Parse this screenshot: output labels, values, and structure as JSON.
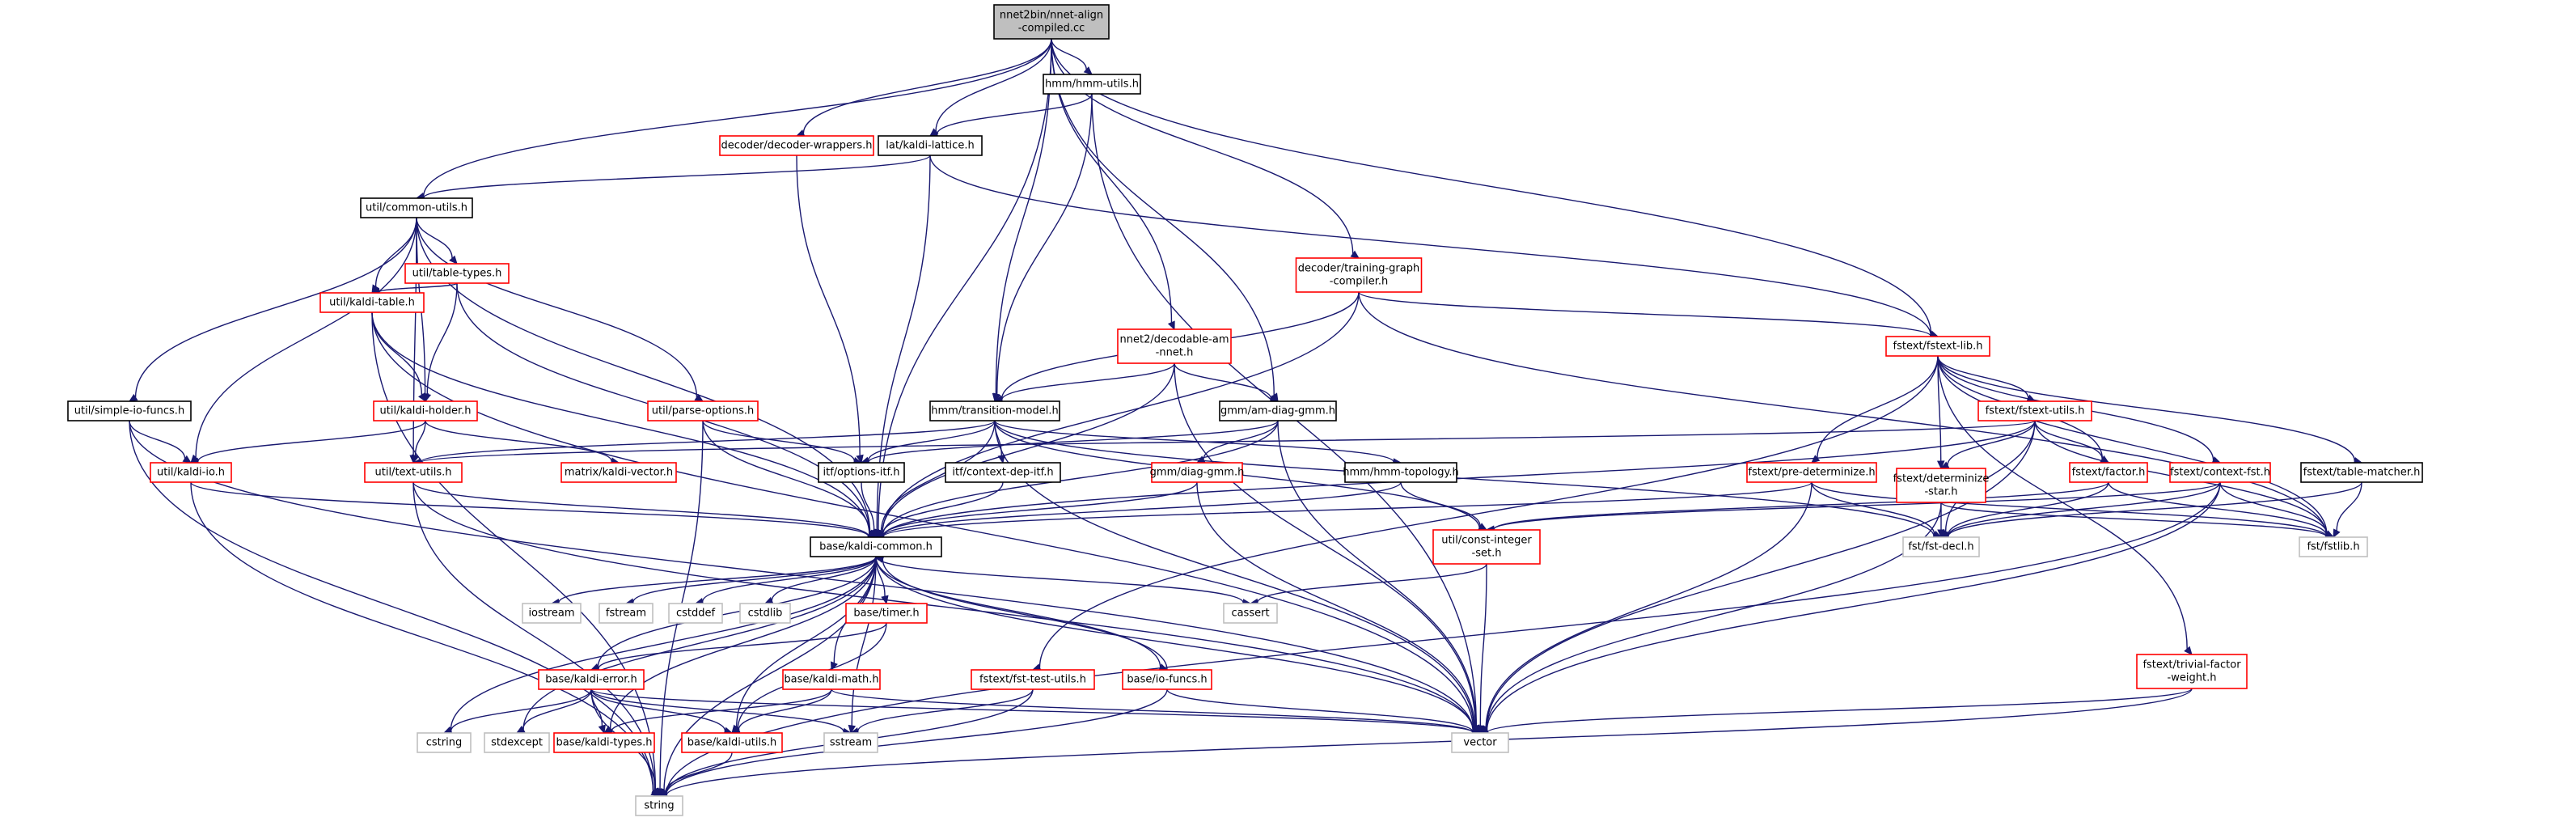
{
  "graph": {
    "nodes": [
      {
        "id": "root",
        "lines": [
          "nnet2bin/nnet-align",
          "-compiled.cc"
        ],
        "style": "root"
      },
      {
        "id": "hmm_utils",
        "lines": [
          "hmm/hmm-utils.h"
        ],
        "style": "black"
      },
      {
        "id": "decoder_wrappers",
        "lines": [
          "decoder/decoder-wrappers.h"
        ],
        "style": "red"
      },
      {
        "id": "kaldi_lattice",
        "lines": [
          "lat/kaldi-lattice.h"
        ],
        "style": "black"
      },
      {
        "id": "common_utils",
        "lines": [
          "util/common-utils.h"
        ],
        "style": "black"
      },
      {
        "id": "training_graph",
        "lines": [
          "decoder/training-graph",
          "-compiler.h"
        ],
        "style": "red"
      },
      {
        "id": "table_types",
        "lines": [
          "util/table-types.h"
        ],
        "style": "red"
      },
      {
        "id": "kaldi_table",
        "lines": [
          "util/kaldi-table.h"
        ],
        "style": "red"
      },
      {
        "id": "decodable_am",
        "lines": [
          "nnet2/decodable-am",
          "-nnet.h"
        ],
        "style": "red"
      },
      {
        "id": "fstext_lib",
        "lines": [
          "fstext/fstext-lib.h"
        ],
        "style": "red"
      },
      {
        "id": "simple_io",
        "lines": [
          "util/simple-io-funcs.h"
        ],
        "style": "black"
      },
      {
        "id": "kaldi_holder",
        "lines": [
          "util/kaldi-holder.h"
        ],
        "style": "red"
      },
      {
        "id": "parse_options",
        "lines": [
          "util/parse-options.h"
        ],
        "style": "red"
      },
      {
        "id": "transition_model",
        "lines": [
          "hmm/transition-model.h"
        ],
        "style": "black"
      },
      {
        "id": "am_diag_gmm",
        "lines": [
          "gmm/am-diag-gmm.h"
        ],
        "style": "black"
      },
      {
        "id": "fstext_utils",
        "lines": [
          "fstext/fstext-utils.h"
        ],
        "style": "red"
      },
      {
        "id": "kaldi_io",
        "lines": [
          "util/kaldi-io.h"
        ],
        "style": "red"
      },
      {
        "id": "text_utils",
        "lines": [
          "util/text-utils.h"
        ],
        "style": "red"
      },
      {
        "id": "kaldi_vector",
        "lines": [
          "matrix/kaldi-vector.h"
        ],
        "style": "red"
      },
      {
        "id": "options_itf",
        "lines": [
          "itf/options-itf.h"
        ],
        "style": "black"
      },
      {
        "id": "context_dep_itf",
        "lines": [
          "itf/context-dep-itf.h"
        ],
        "style": "black"
      },
      {
        "id": "diag_gmm",
        "lines": [
          "gmm/diag-gmm.h"
        ],
        "style": "red"
      },
      {
        "id": "hmm_topology",
        "lines": [
          "hmm/hmm-topology.h"
        ],
        "style": "black"
      },
      {
        "id": "pre_determinize",
        "lines": [
          "fstext/pre-determinize.h"
        ],
        "style": "red"
      },
      {
        "id": "determinize_star",
        "lines": [
          "fstext/determinize",
          "-star.h"
        ],
        "style": "red"
      },
      {
        "id": "factor",
        "lines": [
          "fstext/factor.h"
        ],
        "style": "red"
      },
      {
        "id": "context_fst",
        "lines": [
          "fstext/context-fst.h"
        ],
        "style": "red"
      },
      {
        "id": "table_matcher",
        "lines": [
          "fstext/table-matcher.h"
        ],
        "style": "black"
      },
      {
        "id": "kaldi_common",
        "lines": [
          "base/kaldi-common.h"
        ],
        "style": "black"
      },
      {
        "id": "const_integer_set",
        "lines": [
          "util/const-integer",
          "-set.h"
        ],
        "style": "red"
      },
      {
        "id": "fst_decl",
        "lines": [
          "fst/fst-decl.h"
        ],
        "style": "gray"
      },
      {
        "id": "fstlib",
        "lines": [
          "fst/fstlib.h"
        ],
        "style": "gray"
      },
      {
        "id": "iostream",
        "lines": [
          "iostream"
        ],
        "style": "gray"
      },
      {
        "id": "fstream",
        "lines": [
          "fstream"
        ],
        "style": "gray"
      },
      {
        "id": "cstddef",
        "lines": [
          "cstddef"
        ],
        "style": "gray"
      },
      {
        "id": "cstdlib",
        "lines": [
          "cstdlib"
        ],
        "style": "gray"
      },
      {
        "id": "timer",
        "lines": [
          "base/timer.h"
        ],
        "style": "red"
      },
      {
        "id": "cassert",
        "lines": [
          "cassert"
        ],
        "style": "gray"
      },
      {
        "id": "kaldi_error",
        "lines": [
          "base/kaldi-error.h"
        ],
        "style": "red"
      },
      {
        "id": "kaldi_math",
        "lines": [
          "base/kaldi-math.h"
        ],
        "style": "red"
      },
      {
        "id": "fst_test_utils",
        "lines": [
          "fstext/fst-test-utils.h"
        ],
        "style": "red"
      },
      {
        "id": "io_funcs",
        "lines": [
          "base/io-funcs.h"
        ],
        "style": "red"
      },
      {
        "id": "trivial_factor",
        "lines": [
          "fstext/trivial-factor",
          "-weight.h"
        ],
        "style": "red"
      },
      {
        "id": "cstring",
        "lines": [
          "cstring"
        ],
        "style": "gray"
      },
      {
        "id": "stdexcept",
        "lines": [
          "stdexcept"
        ],
        "style": "gray"
      },
      {
        "id": "kaldi_types",
        "lines": [
          "base/kaldi-types.h"
        ],
        "style": "red"
      },
      {
        "id": "kaldi_utils",
        "lines": [
          "base/kaldi-utils.h"
        ],
        "style": "red"
      },
      {
        "id": "sstream",
        "lines": [
          "sstream"
        ],
        "style": "gray"
      },
      {
        "id": "vector",
        "lines": [
          "vector"
        ],
        "style": "gray"
      },
      {
        "id": "string",
        "lines": [
          "string"
        ],
        "style": "gray"
      }
    ],
    "edges": [
      [
        "root",
        "hmm_utils"
      ],
      [
        "root",
        "decoder_wrappers"
      ],
      [
        "root",
        "kaldi_lattice"
      ],
      [
        "root",
        "common_utils"
      ],
      [
        "root",
        "training_graph"
      ],
      [
        "root",
        "decodable_am"
      ],
      [
        "root",
        "fstext_lib"
      ],
      [
        "root",
        "transition_model"
      ],
      [
        "root",
        "am_diag_gmm"
      ],
      [
        "root",
        "kaldi_common"
      ],
      [
        "hmm_utils",
        "kaldi_lattice"
      ],
      [
        "hmm_utils",
        "transition_model"
      ],
      [
        "hmm_utils",
        "vector"
      ],
      [
        "kaldi_lattice",
        "common_utils"
      ],
      [
        "kaldi_lattice",
        "fstext_lib"
      ],
      [
        "kaldi_lattice",
        "kaldi_common"
      ],
      [
        "decoder_wrappers",
        "options_itf"
      ],
      [
        "common_utils",
        "table_types"
      ],
      [
        "common_utils",
        "kaldi_table"
      ],
      [
        "common_utils",
        "kaldi_holder"
      ],
      [
        "common_utils",
        "parse_options"
      ],
      [
        "common_utils",
        "simple_io"
      ],
      [
        "common_utils",
        "kaldi_io"
      ],
      [
        "common_utils",
        "text_utils"
      ],
      [
        "common_utils",
        "kaldi_common"
      ],
      [
        "table_types",
        "kaldi_table"
      ],
      [
        "table_types",
        "kaldi_holder"
      ],
      [
        "table_types",
        "kaldi_common"
      ],
      [
        "kaldi_table",
        "kaldi_holder"
      ],
      [
        "kaldi_table",
        "string"
      ],
      [
        "kaldi_table",
        "vector"
      ],
      [
        "kaldi_table",
        "kaldi_common"
      ],
      [
        "kaldi_holder",
        "kaldi_io"
      ],
      [
        "kaldi_holder",
        "text_utils"
      ],
      [
        "kaldi_holder",
        "kaldi_vector"
      ],
      [
        "parse_options",
        "options_itf"
      ],
      [
        "parse_options",
        "kaldi_common"
      ],
      [
        "parse_options",
        "string"
      ],
      [
        "simple_io",
        "kaldi_io"
      ],
      [
        "simple_io",
        "string"
      ],
      [
        "simple_io",
        "vector"
      ],
      [
        "kaldi_io",
        "kaldi_common"
      ],
      [
        "kaldi_io",
        "string"
      ],
      [
        "text_utils",
        "kaldi_common"
      ],
      [
        "text_utils",
        "string"
      ],
      [
        "text_utils",
        "vector"
      ],
      [
        "training_graph",
        "transition_model"
      ],
      [
        "training_graph",
        "fstext_lib"
      ],
      [
        "training_graph",
        "fstlib"
      ],
      [
        "training_graph",
        "kaldi_common"
      ],
      [
        "decodable_am",
        "transition_model"
      ],
      [
        "decodable_am",
        "am_diag_gmm"
      ],
      [
        "decodable_am",
        "kaldi_common"
      ],
      [
        "decodable_am",
        "vector"
      ],
      [
        "fstext_lib",
        "fstext_utils"
      ],
      [
        "fstext_lib",
        "pre_determinize"
      ],
      [
        "fstext_lib",
        "determinize_star"
      ],
      [
        "fstext_lib",
        "factor"
      ],
      [
        "fstext_lib",
        "context_fst"
      ],
      [
        "fstext_lib",
        "table_matcher"
      ],
      [
        "fstext_lib",
        "fst_test_utils"
      ],
      [
        "fstext_lib",
        "trivial_factor"
      ],
      [
        "fstext_lib",
        "fstlib"
      ],
      [
        "transition_model",
        "options_itf"
      ],
      [
        "transition_model",
        "context_dep_itf"
      ],
      [
        "transition_model",
        "hmm_topology"
      ],
      [
        "transition_model",
        "const_integer_set"
      ],
      [
        "transition_model",
        "text_utils"
      ],
      [
        "transition_model",
        "kaldi_common"
      ],
      [
        "transition_model",
        "fst_decl"
      ],
      [
        "transition_model",
        "vector"
      ],
      [
        "am_diag_gmm",
        "diag_gmm"
      ],
      [
        "am_diag_gmm",
        "kaldi_common"
      ],
      [
        "am_diag_gmm",
        "options_itf"
      ],
      [
        "am_diag_gmm",
        "vector"
      ],
      [
        "fstext_utils",
        "determinize_star"
      ],
      [
        "fstext_utils",
        "factor"
      ],
      [
        "fstext_utils",
        "fst_decl"
      ],
      [
        "fstext_utils",
        "fstlib"
      ],
      [
        "fstext_utils",
        "kaldi_common"
      ],
      [
        "fstext_utils",
        "vector"
      ],
      [
        "fstext_utils",
        "text_utils"
      ],
      [
        "pre_determinize",
        "kaldi_common"
      ],
      [
        "pre_determinize",
        "fst_decl"
      ],
      [
        "pre_determinize",
        "fstlib"
      ],
      [
        "pre_determinize",
        "vector"
      ],
      [
        "determinize_star",
        "fst_decl"
      ],
      [
        "determinize_star",
        "vector"
      ],
      [
        "determinize_star",
        "fstlib"
      ],
      [
        "factor",
        "fst_decl"
      ],
      [
        "factor",
        "fstlib"
      ],
      [
        "factor",
        "const_integer_set"
      ],
      [
        "context_fst",
        "const_integer_set"
      ],
      [
        "context_fst",
        "fst_decl"
      ],
      [
        "context_fst",
        "fstlib"
      ],
      [
        "context_fst",
        "vector"
      ],
      [
        "context_fst",
        "string"
      ],
      [
        "table_matcher",
        "fst_decl"
      ],
      [
        "table_matcher",
        "fstlib"
      ],
      [
        "context_dep_itf",
        "kaldi_common"
      ],
      [
        "options_itf",
        "kaldi_common"
      ],
      [
        "diag_gmm",
        "kaldi_common"
      ],
      [
        "diag_gmm",
        "vector"
      ],
      [
        "hmm_topology",
        "kaldi_common"
      ],
      [
        "hmm_topology",
        "const_integer_set"
      ],
      [
        "const_integer_set",
        "cassert"
      ],
      [
        "const_integer_set",
        "vector"
      ],
      [
        "kaldi_common",
        "iostream"
      ],
      [
        "kaldi_common",
        "fstream"
      ],
      [
        "kaldi_common",
        "cstddef"
      ],
      [
        "kaldi_common",
        "cstdlib"
      ],
      [
        "kaldi_common",
        "timer"
      ],
      [
        "kaldi_common",
        "cassert"
      ],
      [
        "kaldi_common",
        "kaldi_error"
      ],
      [
        "kaldi_common",
        "kaldi_math"
      ],
      [
        "kaldi_common",
        "io_funcs"
      ],
      [
        "kaldi_common",
        "cstring"
      ],
      [
        "kaldi_common",
        "stdexcept"
      ],
      [
        "kaldi_common",
        "kaldi_types"
      ],
      [
        "kaldi_common",
        "kaldi_utils"
      ],
      [
        "kaldi_common",
        "sstream"
      ],
      [
        "kaldi_common",
        "vector"
      ],
      [
        "kaldi_common",
        "string"
      ],
      [
        "timer",
        "kaldi_error"
      ],
      [
        "timer",
        "kaldi_utils"
      ],
      [
        "kaldi_error",
        "cstring"
      ],
      [
        "kaldi_error",
        "stdexcept"
      ],
      [
        "kaldi_error",
        "kaldi_types"
      ],
      [
        "kaldi_error",
        "kaldi_utils"
      ],
      [
        "kaldi_error",
        "sstream"
      ],
      [
        "kaldi_error",
        "vector"
      ],
      [
        "kaldi_error",
        "string"
      ],
      [
        "kaldi_math",
        "kaldi_types"
      ],
      [
        "kaldi_math",
        "kaldi_utils"
      ],
      [
        "kaldi_math",
        "vector"
      ],
      [
        "io_funcs",
        "kaldi_common"
      ],
      [
        "io_funcs",
        "vector"
      ],
      [
        "io_funcs",
        "string"
      ],
      [
        "fst_test_utils",
        "sstream"
      ],
      [
        "fst_test_utils",
        "string"
      ],
      [
        "trivial_factor",
        "vector"
      ],
      [
        "trivial_factor",
        "string"
      ],
      [
        "kaldi_utils",
        "string"
      ]
    ]
  }
}
